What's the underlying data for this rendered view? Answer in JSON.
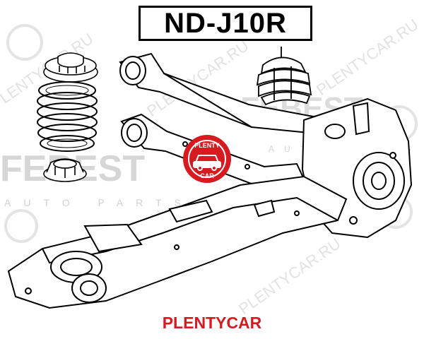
{
  "part_number": "ND-J10R",
  "caption": "PLENTYCAR",
  "watermark": {
    "brand": "FEBEST",
    "tagline": "AUTO PARTS",
    "site": "PLENTYCAR.RU",
    "seal_top": "PLENTY",
    "seal_bottom": "CAR"
  },
  "colors": {
    "accent_red": "#d71920",
    "line": "#000000",
    "watermark_gray": "#d3d3d3"
  },
  "icons": [
    "coil-spring-icon",
    "spring-seat-icon",
    "bump-stop-icon",
    "car-icon"
  ]
}
